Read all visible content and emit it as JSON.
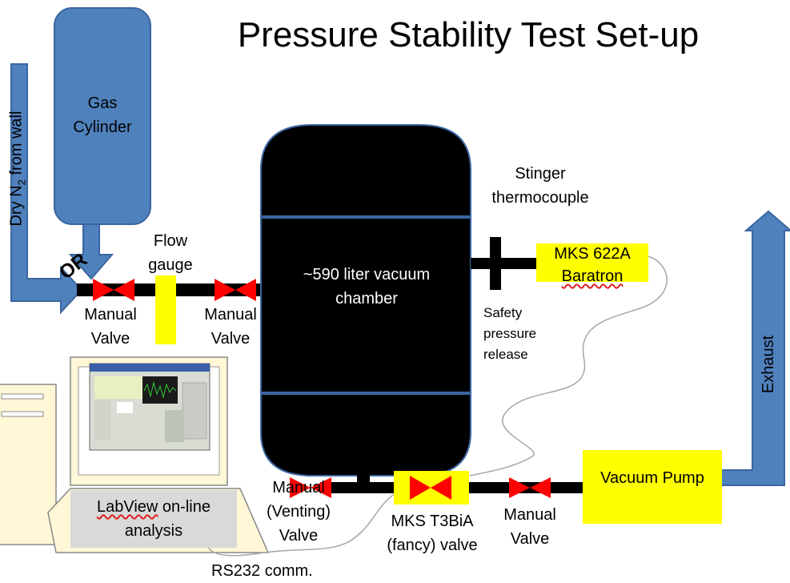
{
  "title": "Pressure Stability Test Set-up",
  "colors": {
    "line": "#000000",
    "pipe_blue": "#4f81bd",
    "pipe_blue_edge": "#3a66a0",
    "valve_red": "#ff0000",
    "highlight_yellow": "#ffff00",
    "chamber": "#000000",
    "cable": "#a6a6a6"
  },
  "labels": {
    "gas_cylinder": [
      "Gas",
      "Cylinder"
    ],
    "dry_n2_prefix": "Dry N",
    "dry_n2_subscript": "2",
    "dry_n2_suffix": " from wall",
    "or": "OR",
    "manual_valve_left": [
      "Manual",
      "Valve"
    ],
    "flow_gauge": [
      "Flow",
      "gauge"
    ],
    "manual_valve_mid": [
      "Manual",
      "Valve"
    ],
    "chamber": [
      "~590 liter vacuum",
      "chamber"
    ],
    "stinger": [
      "Stinger",
      "thermocouple"
    ],
    "baratron_line1": "MKS 622A",
    "baratron_line2": "Baratron",
    "safety": [
      "Safety",
      "pressure",
      "release"
    ],
    "exhaust": "Exhaust",
    "vacuum_pump": "Vacuum Pump",
    "venting_valve": [
      "Manual",
      "(Venting)",
      "Valve"
    ],
    "t3bia": [
      "MKS T3BiA",
      "(fancy) valve"
    ],
    "manual_valve_right": [
      "Manual",
      "Valve"
    ],
    "labview_line1_a": "LabView",
    "labview_line1_b": " on-line",
    "labview_line2": "analysis",
    "rs232": "RS232 comm."
  },
  "icons": {
    "valve": "bowtie-valve-icon",
    "computer": "desktop-computer-icon",
    "cylinder": "gas-cylinder-icon"
  }
}
